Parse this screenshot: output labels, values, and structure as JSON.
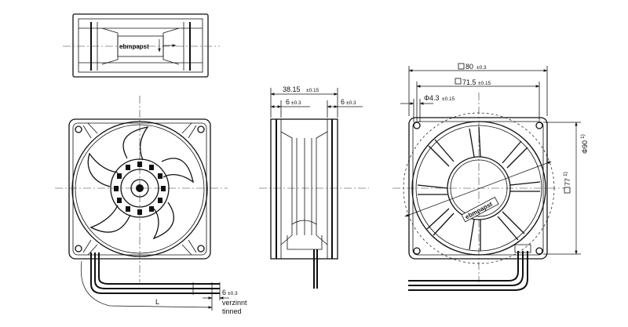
{
  "brand_label": "ebmpapst",
  "colors": {
    "line": "#111111",
    "background": "#ffffff"
  },
  "dimensions": {
    "depth": {
      "value": "38.15",
      "tol": "±0.15"
    },
    "inlet_ring": {
      "value": "6",
      "tol": "±0.3"
    },
    "outlet_ring": {
      "value": "6",
      "tol": "±0.3"
    },
    "frame": {
      "value": "80",
      "tol": "±0.3"
    },
    "hole_spacing": {
      "value": "71.5",
      "tol": "±0.15"
    },
    "hole": {
      "value": "4.3",
      "tol": "±0.15"
    },
    "venturi_diameter": {
      "value": "90",
      "note": "1)"
    },
    "venturi_square": {
      "value": "77",
      "note": "1)"
    },
    "lead_strip": {
      "value": "6",
      "tol": "±0.3"
    },
    "lead_length": {
      "value": "L"
    }
  },
  "lead_note": {
    "line1": "verzinnt",
    "line2": "tinned"
  }
}
